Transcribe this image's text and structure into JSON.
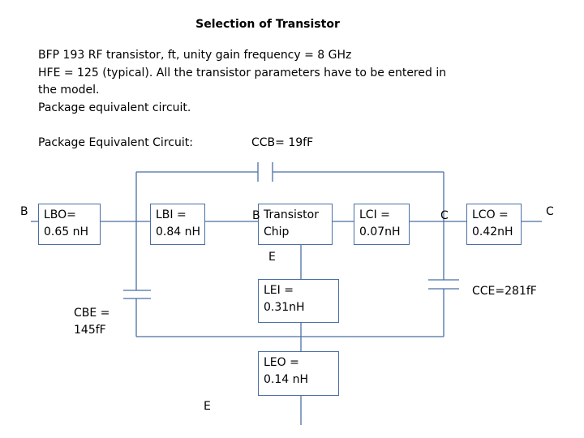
{
  "title": "Selection of Transistor",
  "description": [
    "BFP 193  RF transistor, ft, unity gain frequency = 8 GHz",
    "HFE = 125 (typical). All the transistor parameters have to be entered  in",
    "the model.",
    "Package equivalent circuit."
  ],
  "circuit": {
    "heading": "Package Equivalent Circuit:",
    "ccb_label": "CCB= 19fF",
    "cbe_label": [
      "CBE =",
      "145fF"
    ],
    "cce_label": "CCE=281fF",
    "node_b_left": "B",
    "node_b_chip": "B",
    "node_c_chip": "C",
    "node_c_right": "C",
    "node_e_chip": "E",
    "node_e_bottom": "E",
    "boxes": {
      "lbo": [
        "LBO=",
        "0.65 nH"
      ],
      "lbi": [
        "LBI =",
        "0.84 nH"
      ],
      "chip": [
        "Transistor",
        "Chip"
      ],
      "lci": [
        "LCI =",
        "0.07nH"
      ],
      "lco": [
        "LCO =",
        "0.42nH"
      ],
      "lei": [
        "LEI =",
        "0.31nH"
      ],
      "leo": [
        "LEO =",
        "0.14 nH"
      ]
    }
  },
  "colors": {
    "wire": "#4a6fa5",
    "text": "#000000",
    "background": "#ffffff"
  }
}
